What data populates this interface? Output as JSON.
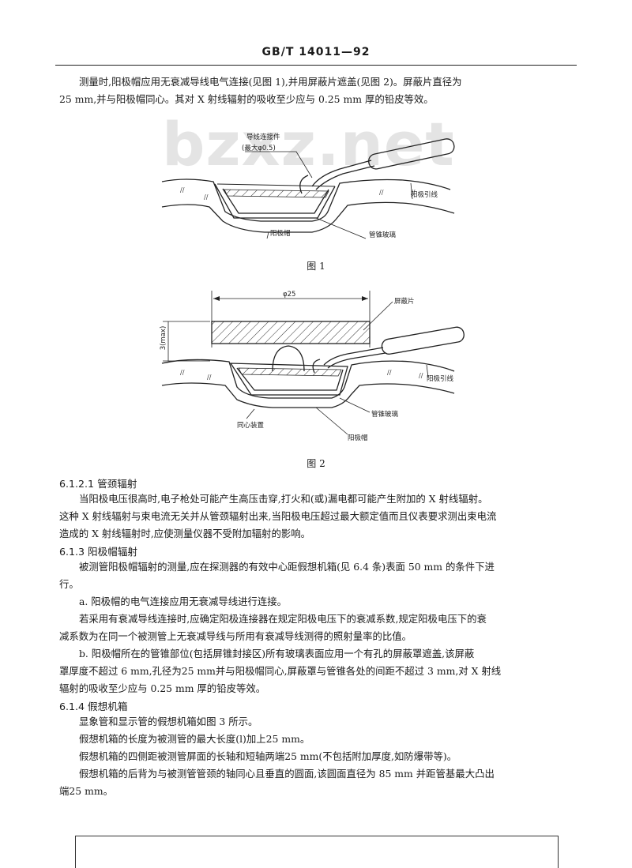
{
  "header": {
    "std_number": "GB/T  14011—92"
  },
  "watermark": "bzxz.net",
  "intro": {
    "line1": "测量时,阳极帽应用无衰减导线电气连接(见图 1),并用屏蔽片遮盖(见图 2)。屏蔽片直径为",
    "line2": "25 mm,并与阳极帽同心。其对 X 射线辐射的吸收至少应与 0.25 mm 厚的铅皮等效。"
  },
  "figure1": {
    "caption": "图 1",
    "label_connector_1": "导线连接件",
    "label_connector_2": "(最大φ0.5)",
    "label_lead": "阳极引线",
    "label_cap": "阳极帽",
    "label_glass": "管锥玻璃"
  },
  "figure2": {
    "caption": "图 2",
    "label_dia": "φ25",
    "label_height": "3(max)",
    "label_shield": "屏蔽片",
    "label_lead": "阳极引线",
    "label_glass": "管锥玻璃",
    "label_concentric": "同心装置",
    "label_cap": "阳极帽"
  },
  "s6121": {
    "heading": "6.1.2.1  管颈辐射",
    "l1": "当阳极电压很高时,电子枪处可能产生高压击穿,打火和(或)漏电都可能产生附加的 X 射线辐射。",
    "l2": "这种 X 射线辐射与束电流无关并从管颈辐射出来,当阳极电压超过最大额定值而且仪表要求测出束电流",
    "l3": "造成的 X 射线辐射时,应使测量仪器不受附加辐射的影响。"
  },
  "s613": {
    "heading": "6.1.3  阳极帽辐射",
    "l1": "被测管阳极帽辐射的测量,应在探测器的有效中心距假想机箱(见 6.4 条)表面 50 mm 的条件下进",
    "l2": "行。",
    "a": "a.  阳极帽的电气连接应用无衰减导线进行连接。",
    "a1": "若采用有衰减导线连接时,应确定阳极连接器在规定阳极电压下的衰减系数,规定阳极电压下的衰",
    "a2": "减系数为在同一个被测管上无衰减导线与所用有衰减导线测得的照射量率的比值。",
    "b1": "b.  阳极帽所在的管锥部位(包括屏锥封接区)所有玻璃表面应用一个有孔的屏蔽罩遮盖,该屏蔽",
    "b2": "罩厚度不超过 6 mm,孔径为25 mm并与阳极帽同心,屏蔽罩与管锥各处的间距不超过 3 mm,对 X 射线",
    "b3": "辐射的吸收至少应与 0.25 mm 厚的铅皮等效。"
  },
  "s614": {
    "heading": "6.1.4  假想机箱",
    "l1": "显象管和显示管的假想机箱如图 3 所示。",
    "l2": "假想机箱的长度为被测管的最大长度(l)加上25 mm。",
    "l3": "假想机箱的四侧距被测管屏面的长轴和短轴两端25 mm(不包括附加厚度,如防爆带等)。",
    "l4": "假想机箱的后背为与被测管管颈的轴同心且垂直的圆面,该圆面直径为 85 mm 并距管基最大凸出",
    "l5": "端25 mm。"
  }
}
